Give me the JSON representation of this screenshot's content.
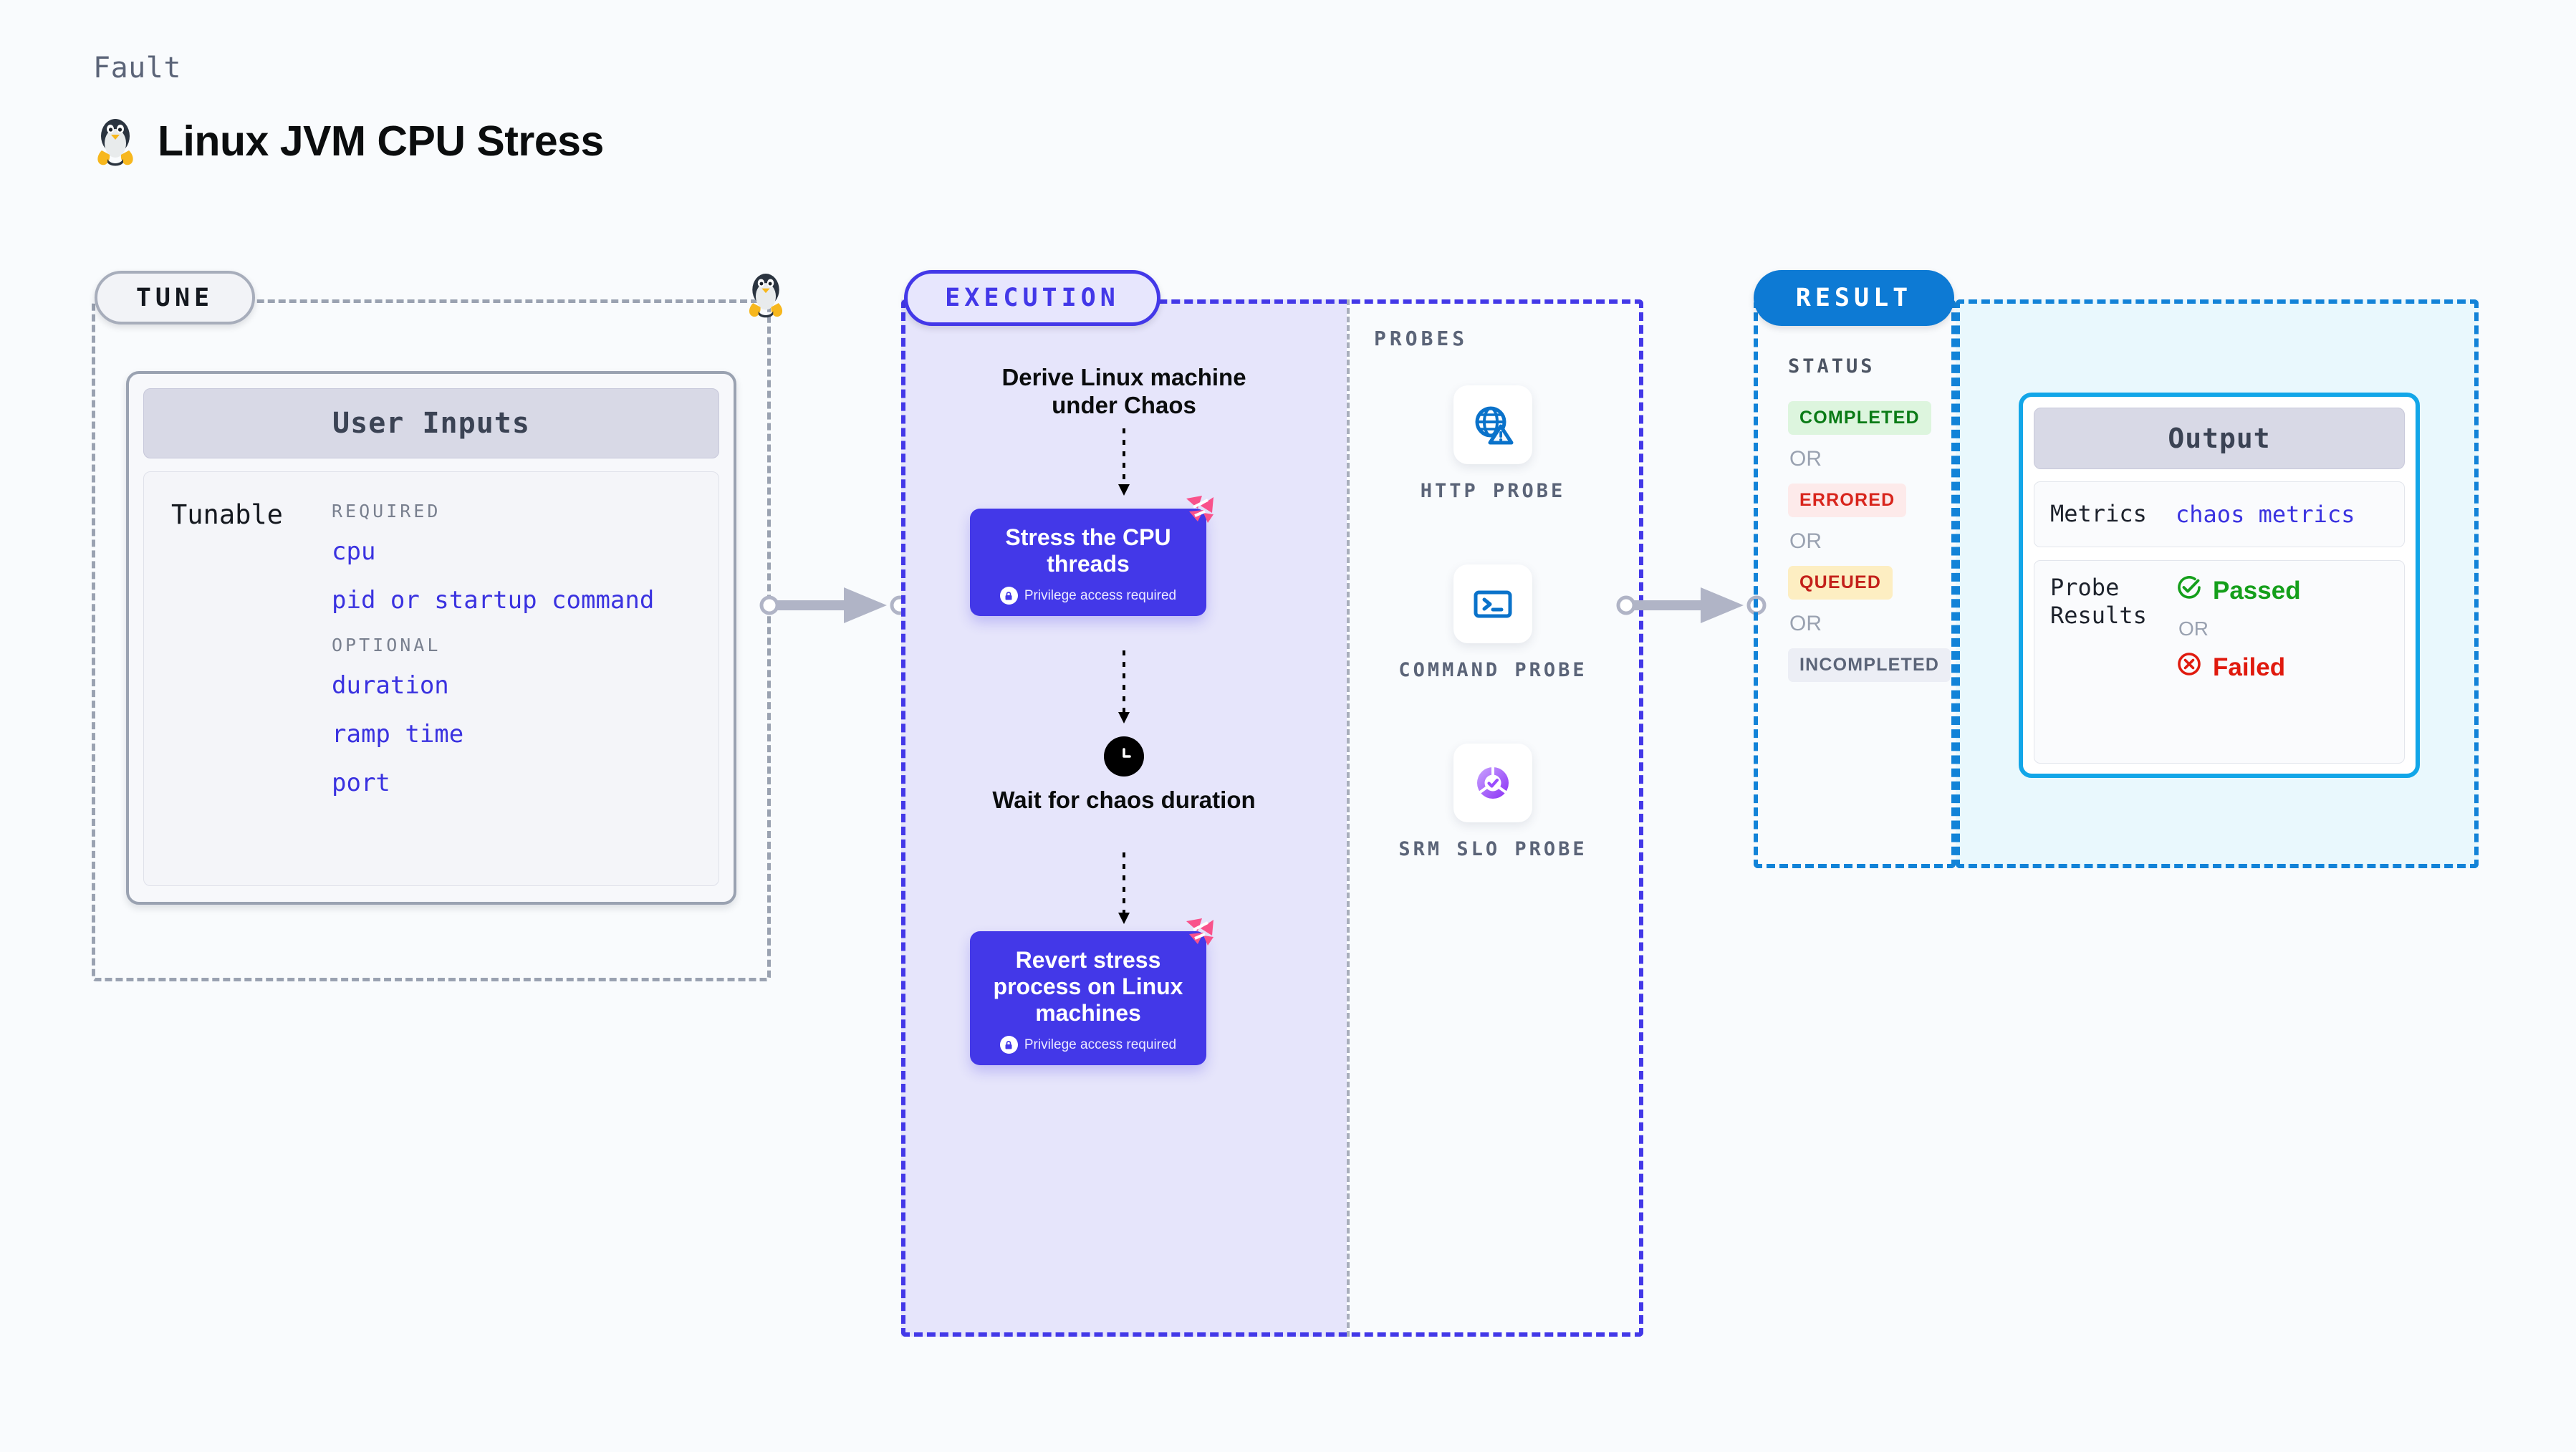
{
  "header": {
    "kicker": "Fault",
    "title": "Linux JVM CPU Stress",
    "icon": "linux-penguin-icon"
  },
  "stages": {
    "tune": {
      "label": "TUNE"
    },
    "execution": {
      "label": "EXECUTION"
    },
    "result": {
      "label": "RESULT"
    }
  },
  "tune": {
    "card_title": "User Inputs",
    "row_label": "Tunable",
    "groups": [
      {
        "name": "REQUIRED",
        "items": [
          "cpu",
          "pid or startup command"
        ]
      },
      {
        "name": "OPTIONAL",
        "items": [
          "duration",
          "ramp time",
          "port"
        ]
      }
    ]
  },
  "execution": {
    "steps": [
      {
        "type": "text",
        "label": "Derive Linux machine under Chaos"
      },
      {
        "type": "node",
        "label": "Stress the CPU threads",
        "note": "Privilege access required",
        "badge": "harness-logo-icon",
        "icon": "lock-icon"
      },
      {
        "type": "wait",
        "label": "Wait for chaos duration",
        "icon": "clock-icon"
      },
      {
        "type": "node",
        "label": "Revert stress process on Linux machines",
        "note": "Privilege access required",
        "badge": "harness-logo-icon",
        "icon": "lock-icon"
      }
    ]
  },
  "probes": {
    "label": "PROBES",
    "items": [
      {
        "name": "HTTP PROBE",
        "icon": "globe-warning-icon"
      },
      {
        "name": "COMMAND PROBE",
        "icon": "terminal-prompt-icon"
      },
      {
        "name": "SRM SLO PROBE",
        "icon": "slo-donut-check-icon"
      }
    ]
  },
  "result": {
    "status_label": "STATUS",
    "or_label": "OR",
    "statuses": [
      {
        "label": "COMPLETED",
        "tone": "completed"
      },
      {
        "label": "ERRORED",
        "tone": "errored"
      },
      {
        "label": "QUEUED",
        "tone": "queued"
      },
      {
        "label": "INCOMPLETED",
        "tone": "incompleted"
      }
    ],
    "output": {
      "title": "Output",
      "metrics_key": "Metrics",
      "metrics_value": "chaos metrics",
      "probe_key": "Probe Results",
      "passed_label": "Passed",
      "failed_label": "Failed",
      "or_label": "OR"
    }
  },
  "colors": {
    "background": "#f9fbfd",
    "indigo": "#4338e8",
    "execution_fill": "#e6e5fb",
    "result_blue": "#0d7ad4",
    "output_border": "#12a6e8",
    "output_fill": "#e9f8fd",
    "harness_pink": "#f9528b",
    "probe_blue": "#0a72ca",
    "slo_purple": "#9b4dff",
    "pass_green": "#159f1b",
    "fail_red": "#e01a0e",
    "connector_gray": "#b0b4c6"
  }
}
